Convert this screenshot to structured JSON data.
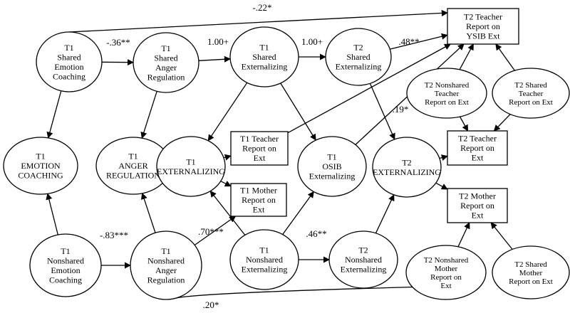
{
  "nodes": [
    {
      "id": "t1_shared_ec",
      "label": [
        "T1",
        "Shared",
        "Emotion",
        "Coaching"
      ]
    },
    {
      "id": "t1_shared_ar",
      "label": [
        "T1",
        "Shared",
        "Anger",
        "Regulation"
      ]
    },
    {
      "id": "t1_shared_ext",
      "label": [
        "T1",
        "Shared",
        "Externalizing"
      ]
    },
    {
      "id": "t2_shared_ext",
      "label": [
        "T2",
        "Shared",
        "Externalizing"
      ]
    },
    {
      "id": "t2_teacher_ysib",
      "label": [
        "T2 Teacher",
        "Report on",
        "YSIB Ext"
      ]
    },
    {
      "id": "t2_nonshared_teacher",
      "label": [
        "T2 Nonshared",
        "Teacher",
        "Report on Ext"
      ]
    },
    {
      "id": "t2_shared_teacher",
      "label": [
        "T2 Shared",
        "Teacher",
        "Report on Ext"
      ]
    },
    {
      "id": "t1_emotion_coaching",
      "label": [
        "T1",
        "EMOTION",
        "COACHING"
      ]
    },
    {
      "id": "t1_anger_regulation",
      "label": [
        "T1",
        "ANGER",
        "REGULATION"
      ]
    },
    {
      "id": "t1_externalizing",
      "label": [
        "T1",
        "EXTERNALIZING"
      ]
    },
    {
      "id": "t1_teacher_report",
      "label": [
        "T1 Teacher",
        "Report on",
        "Ext"
      ]
    },
    {
      "id": "t1_mother_report",
      "label": [
        "T1 Mother",
        "Report on",
        "Ext"
      ]
    },
    {
      "id": "t1_osib",
      "label": [
        "T1",
        "OSIB",
        "Externalizing"
      ]
    },
    {
      "id": "t2_externalizing",
      "label": [
        "T2",
        "EXTERNALIZING"
      ]
    },
    {
      "id": "t2_teacher_report",
      "label": [
        "T2 Teacher",
        "Report on",
        "Ext"
      ]
    },
    {
      "id": "t2_mother_report",
      "label": [
        "T2 Mother",
        "Report on",
        "Ext"
      ]
    },
    {
      "id": "t1_nonshared_ec",
      "label": [
        "T1",
        "Nonshared",
        "Emotion",
        "Coaching"
      ]
    },
    {
      "id": "t1_nonshared_ar",
      "label": [
        "T1",
        "Nonshared",
        "Anger",
        "Regulation"
      ]
    },
    {
      "id": "t1_nonshared_ext",
      "label": [
        "T1",
        "Nonshared",
        "Externalizing"
      ]
    },
    {
      "id": "t2_nonshared_ext",
      "label": [
        "T2",
        "Nonshared",
        "Externalizing"
      ]
    },
    {
      "id": "t2_nonshared_mother",
      "label": [
        "T2 Nonshared",
        "Mother",
        "Report on",
        "Ext"
      ]
    },
    {
      "id": "t2_shared_mother",
      "label": [
        "T2 Shared",
        "Mother",
        "Report on Ext"
      ]
    }
  ],
  "edges": [
    {
      "from": "t1_shared_ec",
      "to": "t2_teacher_ysib",
      "label": "-.22*"
    },
    {
      "from": "t1_shared_ec",
      "to": "t1_shared_ar",
      "label": "-.36**"
    },
    {
      "from": "t1_shared_ar",
      "to": "t1_shared_ext",
      "label": "1.00+"
    },
    {
      "from": "t1_shared_ext",
      "to": "t2_shared_ext",
      "label": "1.00+"
    },
    {
      "from": "t2_shared_ext",
      "to": "t2_teacher_ysib",
      "label": ".48**"
    },
    {
      "from": "t1_osib",
      "to": "t2_teacher_ysib",
      "label": ".19*"
    },
    {
      "from": "t1_teacher_report",
      "to": "t2_teacher_ysib",
      "label": ""
    },
    {
      "from": "t2_nonshared_teacher",
      "to": "t2_teacher_ysib",
      "label": ""
    },
    {
      "from": "t2_shared_teacher",
      "to": "t2_teacher_ysib",
      "label": ""
    },
    {
      "from": "t2_nonshared_teacher",
      "to": "t2_teacher_report",
      "label": ""
    },
    {
      "from": "t2_shared_teacher",
      "to": "t2_teacher_report",
      "label": ""
    },
    {
      "from": "t1_shared_ec",
      "to": "t1_emotion_coaching",
      "label": ""
    },
    {
      "from": "t1_shared_ar",
      "to": "t1_anger_regulation",
      "label": ""
    },
    {
      "from": "t1_shared_ext",
      "to": "t1_externalizing",
      "label": ""
    },
    {
      "from": "t1_shared_ext",
      "to": "t1_osib",
      "label": ""
    },
    {
      "from": "t1_externalizing",
      "to": "t1_teacher_report",
      "label": ""
    },
    {
      "from": "t1_externalizing",
      "to": "t1_mother_report",
      "label": ""
    },
    {
      "from": "t2_shared_ext",
      "to": "t2_externalizing",
      "label": ""
    },
    {
      "from": "t2_externalizing",
      "to": "t2_teacher_report",
      "label": ""
    },
    {
      "from": "t2_externalizing",
      "to": "t2_mother_report",
      "label": ""
    },
    {
      "from": "t1_nonshared_ec",
      "to": "t1_emotion_coaching",
      "label": ""
    },
    {
      "from": "t1_nonshared_ec",
      "to": "t1_nonshared_ar",
      "label": "-.83***"
    },
    {
      "from": "t1_nonshared_ar",
      "to": "t1_anger_regulation",
      "label": ""
    },
    {
      "from": "t1_nonshared_ar",
      "to": "t1_mother_report",
      "label": ".70***"
    },
    {
      "from": "t1_nonshared_ar",
      "to": "t2_nonshared_mother",
      "label": ".20*"
    },
    {
      "from": "t1_nonshared_ext",
      "to": "t1_externalizing",
      "label": ""
    },
    {
      "from": "t1_nonshared_ext",
      "to": "t1_osib",
      "label": ""
    },
    {
      "from": "t1_nonshared_ext",
      "to": "t2_nonshared_ext",
      "label": ".46**"
    },
    {
      "from": "t2_nonshared_ext",
      "to": "t2_externalizing",
      "label": ""
    },
    {
      "from": "t2_nonshared_mother",
      "to": "t2_mother_report",
      "label": ""
    },
    {
      "from": "t2_shared_mother",
      "to": "t2_mother_report",
      "label": ""
    }
  ]
}
